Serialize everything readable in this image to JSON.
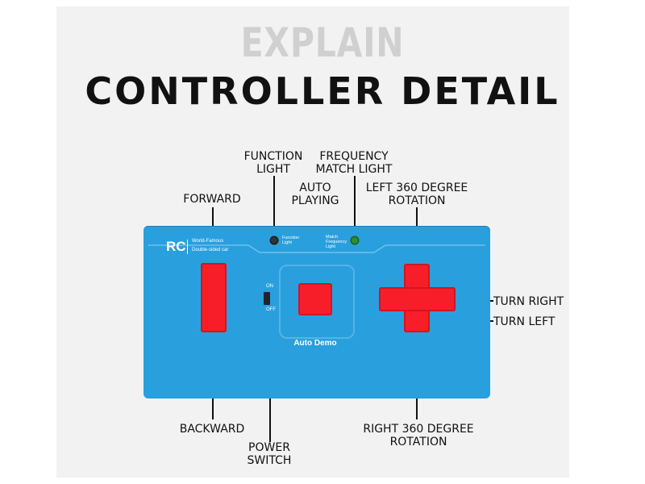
{
  "header": {
    "explain": "EXPLAIN",
    "title": "CONTROLLER DETAIL"
  },
  "labels": {
    "function_light": "FUNCTION\nLIGHT",
    "frequency_match_light": "FREQUENCY\nMATCH LIGHT",
    "forward": "FORWARD",
    "auto_playing": "AUTO\nPLAYING",
    "left_360": "LEFT 360 DEGREE\nROTATION",
    "turn_right": "TURN RIGHT",
    "turn_left": "TURN LEFT",
    "backward": "BACKWARD",
    "power_switch": "POWER\nSWITCH",
    "right_360": "RIGHT 360 DEGREE\nROTATION"
  },
  "controller": {
    "brand": "RC",
    "brand_sub_1": "World-Famous",
    "brand_sub_2": "Double-sided car",
    "function_light_text_1": "Function",
    "function_light_text_2": "Light",
    "match_light_text_1": "Match",
    "match_light_text_2": "Frequency",
    "match_light_text_3": "Light",
    "switch_on": "ON",
    "switch_off": "OFF",
    "auto_demo": "Auto Demo"
  },
  "colors": {
    "body": "#2a9fdd",
    "buttons": "#f71e2a",
    "function_led": "#333333",
    "match_led": "#2c8f2c"
  }
}
